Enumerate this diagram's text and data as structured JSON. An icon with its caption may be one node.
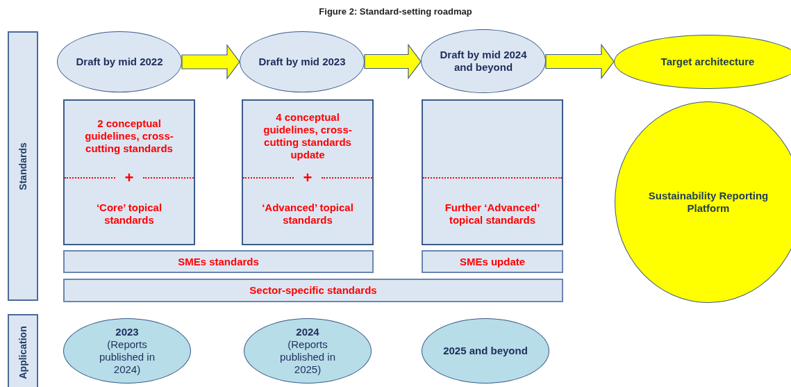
{
  "diagram": {
    "title": "Figure 2: Standard-setting roadmap",
    "nodes": [
      {
        "text": [
          "Standards"
        ]
      },
      {
        "text": [
          "Application"
        ]
      },
      {
        "text": [
          "Draft by mid 2022"
        ]
      },
      {
        "text": [
          "Draft by mid 2023"
        ]
      },
      {
        "text": [
          "Draft by mid 2024 and beyond"
        ]
      },
      {
        "text": [
          "Target architecture"
        ]
      },
      {
        "text": [
          "2 conceptual guidelines, cross-cutting standards",
          "+",
          "‘Core’ topical standards"
        ]
      },
      {
        "text": [
          "4 conceptual guidelines, cross-cutting standards update",
          "+",
          "‘Advanced’ topical standards"
        ]
      },
      {
        "text": [
          "Further ‘Advanced’ topical standards"
        ]
      },
      {
        "text": [
          "Sustainability Reporting Platform"
        ]
      },
      {
        "text": [
          "SMEs standards"
        ]
      },
      {
        "text": [
          "SMEs update"
        ]
      },
      {
        "text": [
          "Sector-specific standards"
        ]
      },
      {
        "text": [
          "2023",
          "(Reports published in 2024)"
        ]
      },
      {
        "text": [
          "2024",
          "(Reports published in 2025)"
        ]
      },
      {
        "text": [
          "2025 and beyond"
        ]
      }
    ],
    "edges": [
      {
        "from": 2,
        "to": 3,
        "arrow": "to"
      },
      {
        "from": 3,
        "to": 4,
        "arrow": "to"
      },
      {
        "from": 4,
        "to": 5,
        "arrow": "to"
      }
    ]
  }
}
